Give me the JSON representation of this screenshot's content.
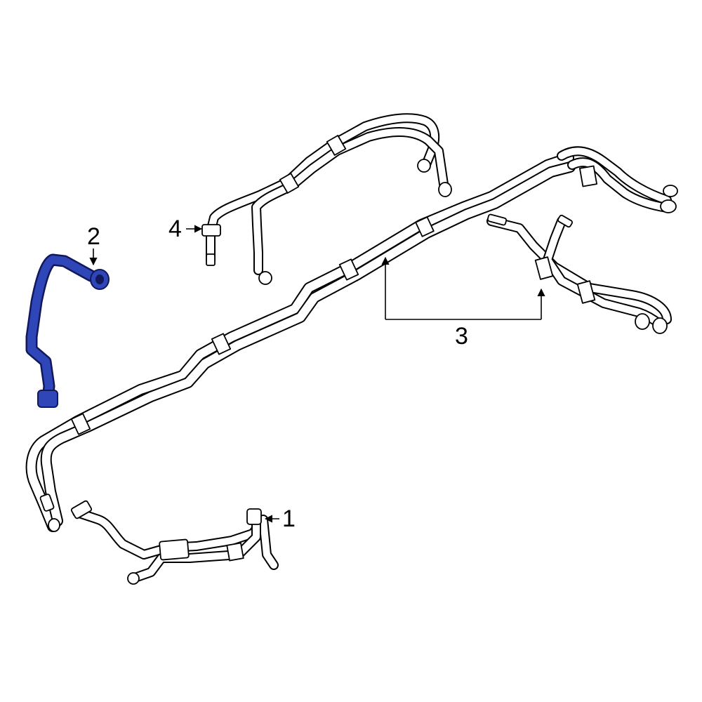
{
  "callouts": [
    {
      "id": "1",
      "label": "1"
    },
    {
      "id": "2",
      "label": "2"
    },
    {
      "id": "3",
      "label": "3"
    },
    {
      "id": "4",
      "label": "4"
    }
  ],
  "colors": {
    "highlight": "#2f46b8",
    "highlight_outline": "#11185c",
    "line": "#000000",
    "background": "#ffffff"
  }
}
